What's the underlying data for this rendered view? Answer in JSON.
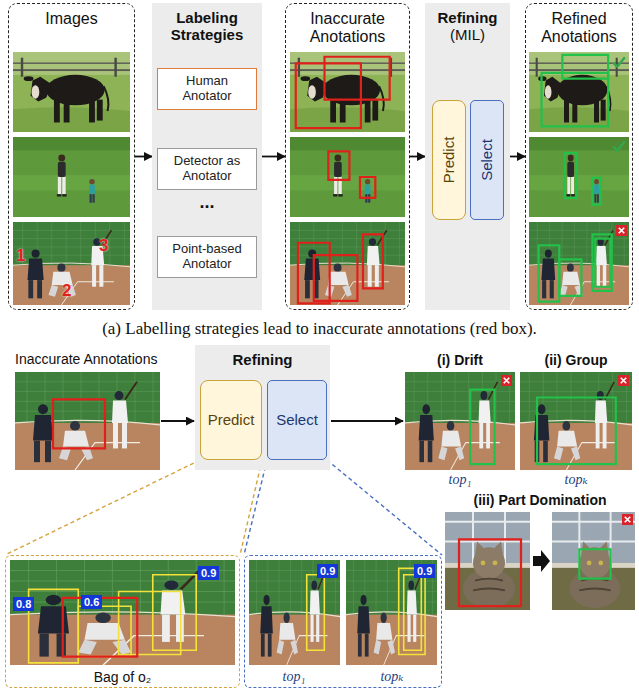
{
  "diagram": {
    "caption": "(a) Labelling strategies lead to inaccurate annotations (red box).",
    "nodes": [
      {
        "text": [
          "Images"
        ]
      },
      {
        "text": [
          "Labeling Strategies"
        ]
      },
      {
        "text": [
          "Human Anotator"
        ],
        "in": 1
      },
      {
        "text": [
          "Detector as Anotator"
        ],
        "in": 1
      },
      {
        "text": [
          "Point-based Anotator"
        ],
        "in": 1
      },
      {
        "text": [
          "Inaccurate Anotations"
        ]
      },
      {
        "text": [
          "Refining",
          "(MIL)"
        ]
      },
      {
        "text": [
          "Predict"
        ],
        "in": 6
      },
      {
        "text": [
          "Select"
        ],
        "in": 6
      },
      {
        "text": [
          "Refined Anotations"
        ]
      },
      {
        "text": [
          "Refining"
        ]
      },
      {
        "text": [
          "Predict"
        ],
        "in": 10
      },
      {
        "text": [
          "Select"
        ],
        "in": 10
      },
      {
        "text": [
          "Bag of o₂"
        ]
      },
      {
        "text": [
          "0.8"
        ],
        "in": 13
      },
      {
        "text": [
          "0.6"
        ],
        "in": 13
      },
      {
        "text": [
          "0.9"
        ],
        "in": 13
      },
      {
        "text": [
          "top₁",
          "topₖ"
        ]
      },
      {
        "text": [
          "0.9"
        ],
        "in": 17
      },
      {
        "text": [
          "0.9"
        ],
        "in": 17
      }
    ],
    "edges": [
      {
        "from": 0,
        "to": 1,
        "arrow": "to"
      },
      {
        "from": 1,
        "to": 5,
        "arrow": "to"
      },
      {
        "from": 5,
        "to": 6,
        "arrow": "to"
      },
      {
        "from": 6,
        "to": 9,
        "arrow": "to"
      },
      {
        "from": 11,
        "to": 13,
        "arrow": "none"
      },
      {
        "from": 12,
        "to": 17,
        "arrow": "none"
      }
    ],
    "labels": [
      "...",
      "1",
      "2",
      "3",
      "Inaccurate Annotations",
      "(i) Drift",
      "(ii) Group",
      "top₁",
      "topₖ",
      "(iii) Part Domination"
    ]
  }
}
